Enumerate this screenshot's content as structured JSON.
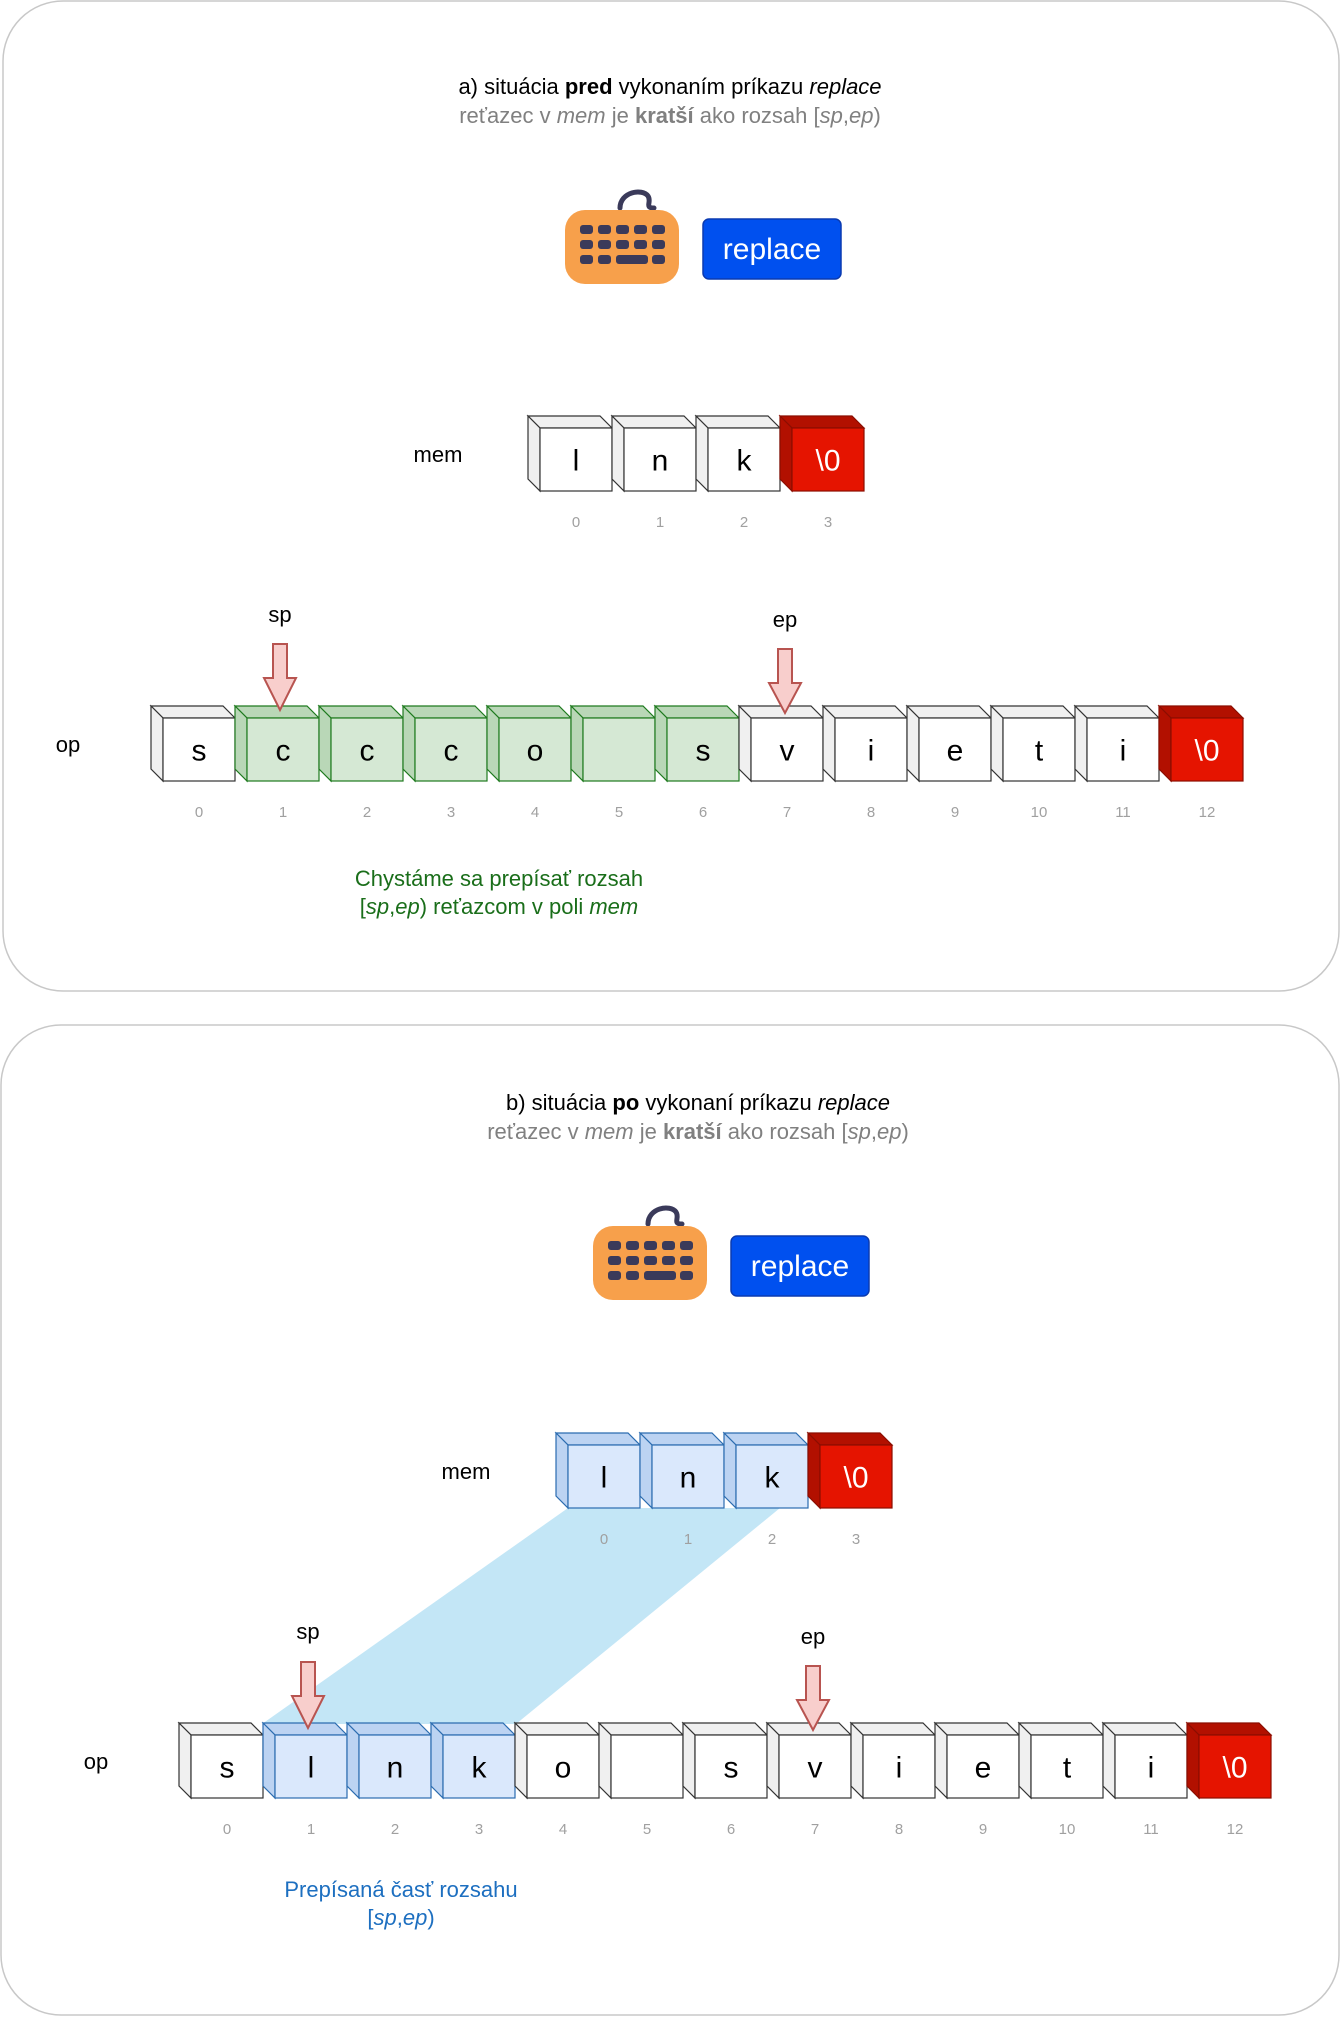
{
  "panels": [
    {
      "id": "a",
      "title": {
        "prefix": "a) situácia ",
        "bold": "pred",
        "middle": " vykonaním príkazu ",
        "italic": "replace"
      },
      "subtitle": {
        "t1": "reťazec v ",
        "i1": "mem",
        "t2": " je ",
        "b1": "kratší",
        "t3": " ako rozsah [",
        "i2": "sp",
        "t4": ",",
        "i3": "ep",
        "t5": ")"
      },
      "keyboard_icon": "keyboard-icon",
      "button_label": "replace",
      "mem": {
        "label": "mem",
        "cells": [
          {
            "ch": "l",
            "style": "white"
          },
          {
            "ch": "n",
            "style": "white"
          },
          {
            "ch": "k",
            "style": "white"
          },
          {
            "ch": "\\0",
            "style": "red"
          }
        ],
        "indices": [
          "0",
          "1",
          "2",
          "3"
        ]
      },
      "op": {
        "label": "op",
        "cells": [
          {
            "ch": "s",
            "style": "white"
          },
          {
            "ch": "c",
            "style": "green"
          },
          {
            "ch": "c",
            "style": "green"
          },
          {
            "ch": "c",
            "style": "green"
          },
          {
            "ch": "o",
            "style": "green"
          },
          {
            "ch": "",
            "style": "green"
          },
          {
            "ch": "s",
            "style": "green"
          },
          {
            "ch": "v",
            "style": "white"
          },
          {
            "ch": "i",
            "style": "white"
          },
          {
            "ch": "e",
            "style": "white"
          },
          {
            "ch": "t",
            "style": "white"
          },
          {
            "ch": "i",
            "style": "white"
          },
          {
            "ch": "\\0",
            "style": "red"
          }
        ],
        "indices": [
          "0",
          "1",
          "2",
          "3",
          "4",
          "5",
          "6",
          "7",
          "8",
          "9",
          "10",
          "11",
          "12"
        ]
      },
      "sp_label": "sp",
      "ep_label": "ep",
      "note": {
        "line1": "Chystáme sa prepísať rozsah",
        "l2_t1": "[",
        "l2_i1": "sp",
        "l2_t2": ",",
        "l2_i2": "ep",
        "l2_t3": ") reťazcom v poli ",
        "l2_i3": "mem"
      }
    },
    {
      "id": "b",
      "title": {
        "prefix": "b) situácia ",
        "bold": "po",
        "middle": " vykonaní príkazu ",
        "italic": "replace"
      },
      "subtitle": {
        "t1": "reťazec v ",
        "i1": "mem",
        "t2": " je ",
        "b1": "kratší",
        "t3": " ako rozsah [",
        "i2": "sp",
        "t4": ",",
        "i3": "ep",
        "t5": ")"
      },
      "keyboard_icon": "keyboard-icon",
      "button_label": "replace",
      "mem": {
        "label": "mem",
        "cells": [
          {
            "ch": "l",
            "style": "blue"
          },
          {
            "ch": "n",
            "style": "blue"
          },
          {
            "ch": "k",
            "style": "blue"
          },
          {
            "ch": "\\0",
            "style": "red"
          }
        ],
        "indices": [
          "0",
          "1",
          "2",
          "3"
        ]
      },
      "op": {
        "label": "op",
        "cells": [
          {
            "ch": "s",
            "style": "white"
          },
          {
            "ch": "l",
            "style": "blue"
          },
          {
            "ch": "n",
            "style": "blue"
          },
          {
            "ch": "k",
            "style": "blue"
          },
          {
            "ch": "o",
            "style": "white"
          },
          {
            "ch": "",
            "style": "white"
          },
          {
            "ch": "s",
            "style": "white"
          },
          {
            "ch": "v",
            "style": "white"
          },
          {
            "ch": "i",
            "style": "white"
          },
          {
            "ch": "e",
            "style": "white"
          },
          {
            "ch": "t",
            "style": "white"
          },
          {
            "ch": "i",
            "style": "white"
          },
          {
            "ch": "\\0",
            "style": "red"
          }
        ],
        "indices": [
          "0",
          "1",
          "2",
          "3",
          "4",
          "5",
          "6",
          "7",
          "8",
          "9",
          "10",
          "11",
          "12"
        ]
      },
      "sp_label": "sp",
      "ep_label": "ep",
      "note": {
        "line1": "Prepísaná časť rozsahu",
        "l2_t1": "[",
        "l2_i1": "sp",
        "l2_t2": ",",
        "l2_i2": "ep",
        "l2_t3": ")",
        "l2_i3": ""
      }
    }
  ],
  "colors": {
    "white_front": "#ffffff",
    "white_side": "#f0f0f0",
    "white_stroke": "#333333",
    "green_front": "#d5e8d4",
    "green_side": "#b9d7b7",
    "green_stroke": "#1e7a1e",
    "blue_front": "#dae8fc",
    "blue_side": "#bcd3f2",
    "blue_stroke": "#2b6cb0",
    "red_front": "#e51400",
    "red_side": "#b21000",
    "red_stroke": "#8b0d00",
    "button": "#0050ef",
    "keyboard_body": "#f7a04b",
    "keyboard_keys": "#3a3a5a",
    "arrow_fill": "#f8cecc",
    "arrow_stroke": "#b85450",
    "note_green": "#1a6e1a",
    "note_blue": "#1d6fc0",
    "projection": "#bde3f5",
    "subtitle_gray": "#808080",
    "index_gray": "#a0a0a0"
  }
}
